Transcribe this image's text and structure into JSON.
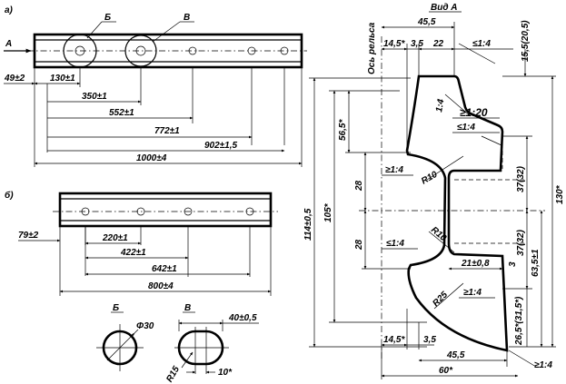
{
  "views": {
    "a": {
      "label": "а)",
      "arrow_label": "А",
      "hole_b_label": "Б",
      "hole_v_label": "В",
      "dims": [
        "49±2",
        "130±1",
        "350±1",
        "552±1",
        "772±1",
        "902±1,5",
        "1000±4"
      ]
    },
    "b": {
      "label": "б)",
      "dims": [
        "79±2",
        "220±1",
        "422±1",
        "642±1",
        "800±4"
      ]
    },
    "detail_b": {
      "label": "Б",
      "diameter": "Φ30"
    },
    "detail_v": {
      "label": "В",
      "width": "40±0,5",
      "radius": "R15",
      "gap": "10*"
    },
    "view_a": {
      "title": "Вид А",
      "rail_axis": "Ось рельса",
      "top": [
        "45,5",
        "14,5*",
        "3,5",
        "22",
        "≤1:4",
        "15,5(20,5)"
      ],
      "left": [
        "114±0,5",
        "105*",
        "56,5*",
        "28",
        "28"
      ],
      "right": [
        "130*",
        "37(32)",
        "37(32)",
        "63,5±1",
        "26,5*(31,5*)"
      ],
      "slopes": [
        "1:4",
        "≥1:20",
        "≤1:4",
        "≥1:4",
        "≤1:4",
        "≥1:4",
        "≥1:4"
      ],
      "radii": [
        "R10",
        "R10",
        "R25"
      ],
      "misc": [
        "21±0,8",
        "3"
      ],
      "bottom": [
        "14,5*",
        "3,5",
        "45,5",
        "60*"
      ]
    }
  }
}
